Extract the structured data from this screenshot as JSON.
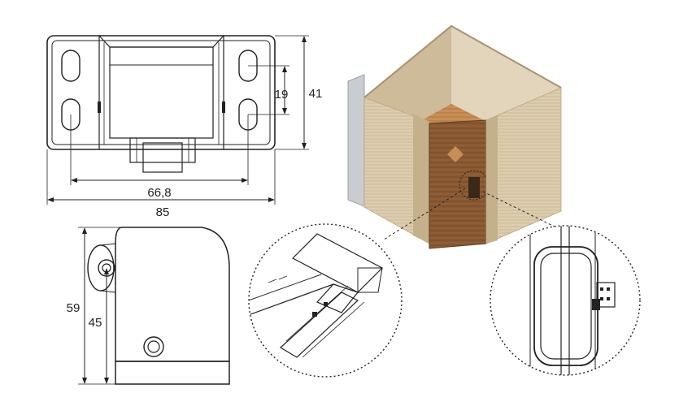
{
  "dimensions": {
    "overall_width": "85",
    "hole_spacing_horizontal": "66,8",
    "hole_spacing_vertical": "19",
    "overall_depth": "41",
    "overall_height": "59",
    "axis_height": "45"
  },
  "colors": {
    "line": "#222222",
    "wall_light": "#e8dcc4",
    "wall_mid": "#d6c4a4",
    "wall_dark": "#b9a382",
    "door_wood": "#8a5a33",
    "door_wood_light": "#b07a48",
    "glass": "#c9ccd0",
    "ceiling": "#c98e55"
  }
}
